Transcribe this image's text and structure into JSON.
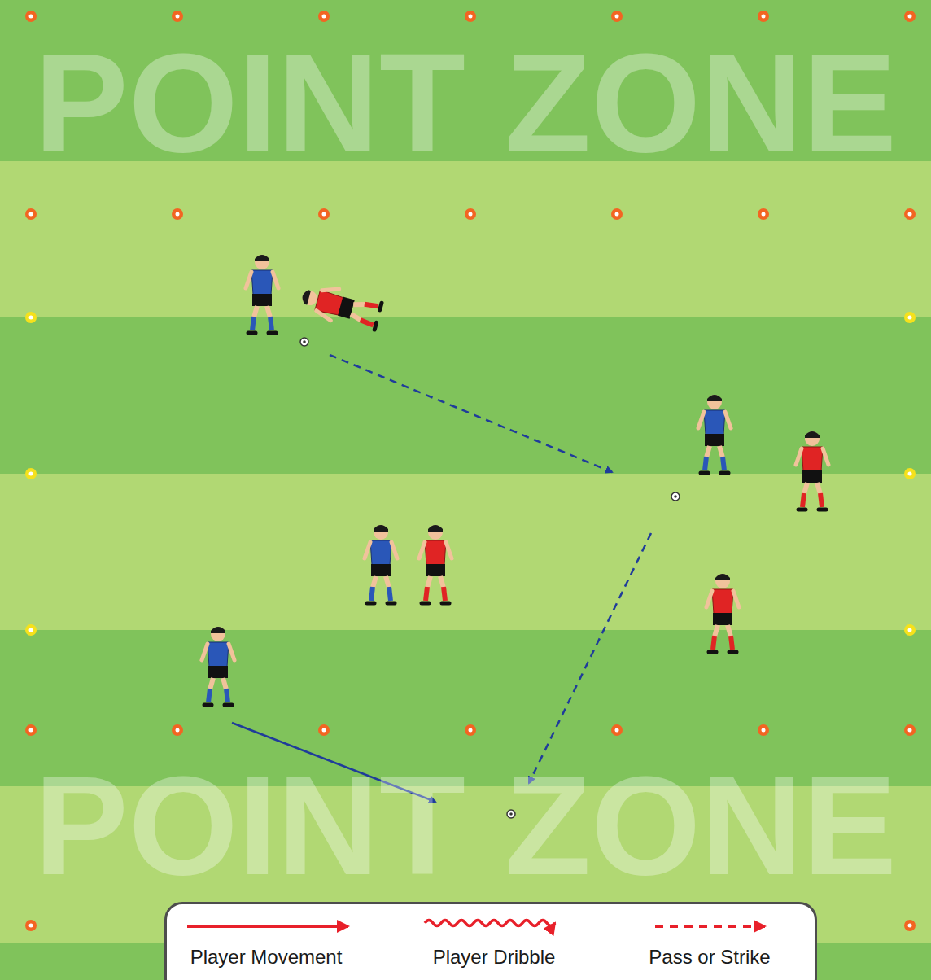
{
  "diagram": {
    "labels": [
      "POINT ZONE",
      "POINT ZONE"
    ],
    "legend": [
      {
        "text": "Player Movement"
      },
      {
        "text": "Player Dribble"
      },
      {
        "text": "Pass or Strike"
      }
    ]
  }
}
